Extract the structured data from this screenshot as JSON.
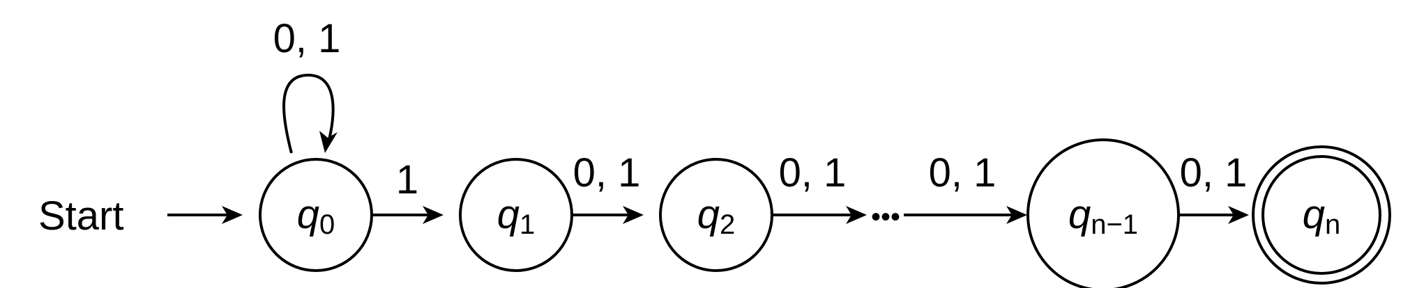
{
  "diagram": {
    "start_label": "Start",
    "states": [
      {
        "id": "q0",
        "base": "q",
        "sub": "0",
        "accepting": false
      },
      {
        "id": "q1",
        "base": "q",
        "sub": "1",
        "accepting": false
      },
      {
        "id": "q2",
        "base": "q",
        "sub": "2",
        "accepting": false
      },
      {
        "id": "qn1",
        "base": "q",
        "sub": "n−1",
        "accepting": false
      },
      {
        "id": "qn",
        "base": "q",
        "sub": "n",
        "accepting": true
      }
    ],
    "ellipsis": "•••",
    "transitions": [
      {
        "from": "q0",
        "to": "q0",
        "label": "0, 1"
      },
      {
        "from": "q0",
        "to": "q1",
        "label": "1"
      },
      {
        "from": "q1",
        "to": "q2",
        "label": "0, 1"
      },
      {
        "from": "q2",
        "to": "ellipsis",
        "label": "0, 1"
      },
      {
        "from": "ellipsis",
        "to": "qn1",
        "label": "0, 1"
      },
      {
        "from": "qn1",
        "to": "qn",
        "label": "0, 1"
      }
    ]
  }
}
